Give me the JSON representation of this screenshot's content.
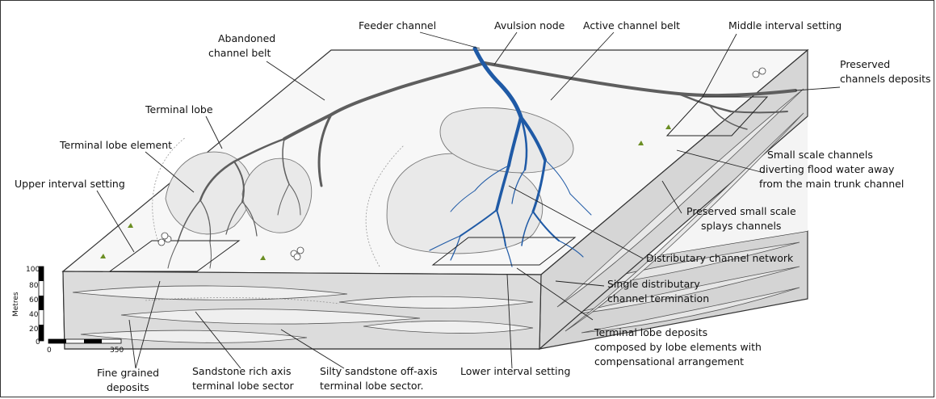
{
  "labels": {
    "feeder_channel": "Feeder channel",
    "avulsion_node": "Avulsion node",
    "active_channel_belt": "Active channel belt",
    "middle_interval_setting": "Middle interval setting",
    "abandoned_channel_belt_1": "Abandoned",
    "abandoned_channel_belt_2": "channel belt",
    "preserved_channels_deposits_1": "Preserved",
    "preserved_channels_deposits_2": "channels deposits",
    "terminal_lobe": "Terminal lobe",
    "terminal_lobe_element": "Terminal lobe element",
    "small_scale_channels_1": "Small scale channels",
    "small_scale_channels_2": "diverting flood water away",
    "small_scale_channels_3": "from the main trunk channel",
    "upper_interval_setting": "Upper interval setting",
    "preserved_small_scale_1": "Preserved small scale",
    "preserved_small_scale_2": "splays channels",
    "distributary_channel_network": "Distributary channel network",
    "single_distributary_1": "Single distributary",
    "single_distributary_2": "channel termination",
    "terminal_lobe_deposits_1": "Terminal lobe deposits",
    "terminal_lobe_deposits_2": "composed by lobe elements with",
    "terminal_lobe_deposits_3": "compensational arrangement",
    "fine_grained_1": "Fine grained",
    "fine_grained_2": "deposits",
    "sandstone_rich_1": "Sandstone rich axis",
    "sandstone_rich_2": "terminal lobe sector",
    "silty_sandstone_1": "Silty sandstone off-axis",
    "silty_sandstone_2": "terminal lobe sector.",
    "lower_interval_setting": "Lower interval setting"
  },
  "scale": {
    "vertical_axis_title": "Metres",
    "vertical_ticks": [
      "100",
      "80",
      "60",
      "40",
      "20",
      "0"
    ],
    "horizontal_ticks": [
      "0",
      "350"
    ]
  },
  "colors": {
    "active_channel": "#1f5aa6",
    "abandoned_channel": "#5e5e5e",
    "lobe_fill": "#ececec",
    "block_side": "#d9d9d9",
    "vegetation": "#6b8e23"
  }
}
